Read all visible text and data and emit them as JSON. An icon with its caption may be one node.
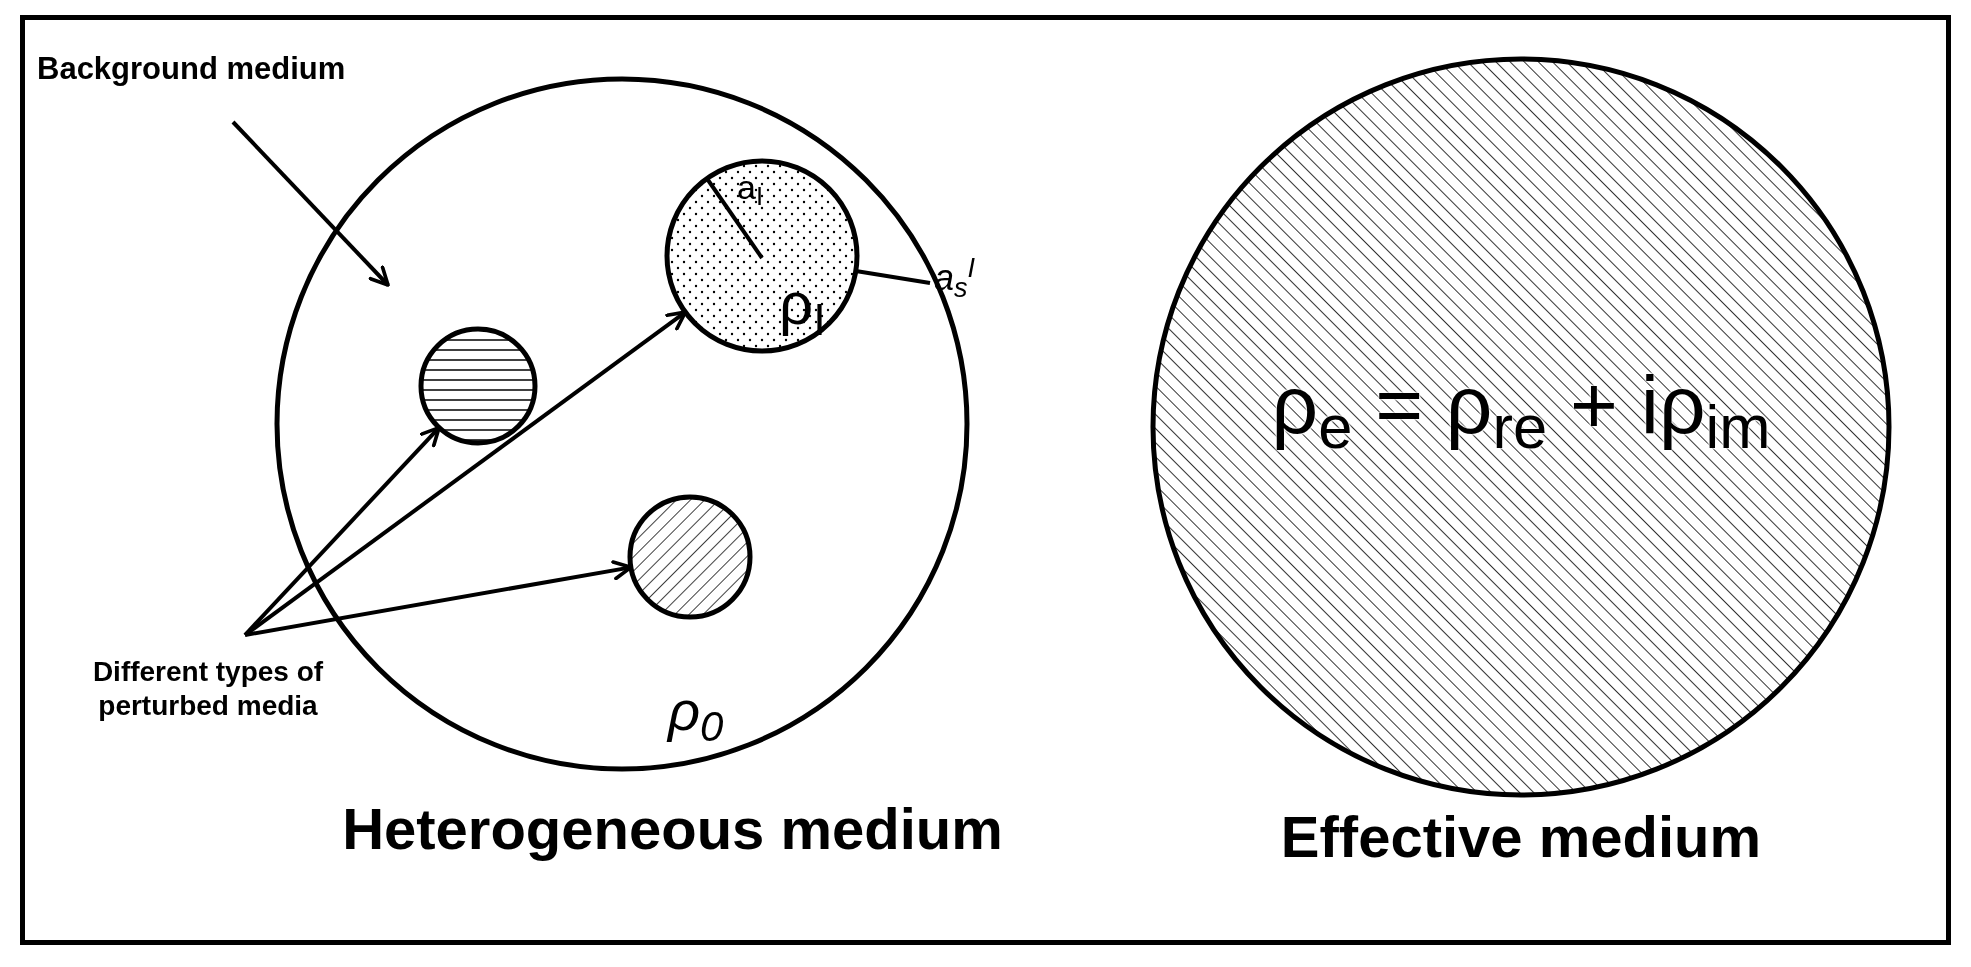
{
  "diagram": {
    "nodes": [
      {
        "text": [
          "Background medium"
        ]
      },
      {
        "text": [
          "ρ$_{0}$",
          "Heterogeneous medium"
        ]
      },
      {
        "text": [
          "a$_{I}$",
          "ρ$_{I}$"
        ],
        "in": 1
      },
      {
        "text": [
          "a$_{s}$$^{I}$"
        ],
        "in": 1
      },
      {
        "text": [],
        "shape": "circle",
        "in": 1
      },
      {
        "text": [],
        "shape": "circle",
        "in": 1
      },
      {
        "text": [
          "Different types of perturbed media"
        ]
      },
      {
        "text": [
          "ρ$_{e}$ = ρ$_{re}$ + iρ$_{im}$",
          "Effective medium"
        ]
      }
    ],
    "edges": [
      {
        "from": 0,
        "to": 1,
        "arrow": "to"
      },
      {
        "from": 3,
        "to": 2,
        "arrow": "none"
      },
      {
        "from": 6,
        "to": 4,
        "arrow": "to"
      },
      {
        "from": 6,
        "to": 2,
        "arrow": "to"
      },
      {
        "from": 6,
        "to": 5,
        "arrow": "to"
      }
    ]
  }
}
